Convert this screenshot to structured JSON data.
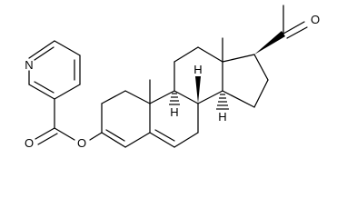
{
  "diagram": {
    "kind": "skeletal-formula",
    "atom_labels": {
      "nitrogen": "N",
      "ester_carbonyl_oxygen": "O",
      "ester_oxygen": "O",
      "ketone_oxygen": "O"
    },
    "stereo_labels": {
      "c8_hydrogen": "H",
      "c9_hydrogen": "H",
      "c14_hydrogen": "H"
    }
  }
}
